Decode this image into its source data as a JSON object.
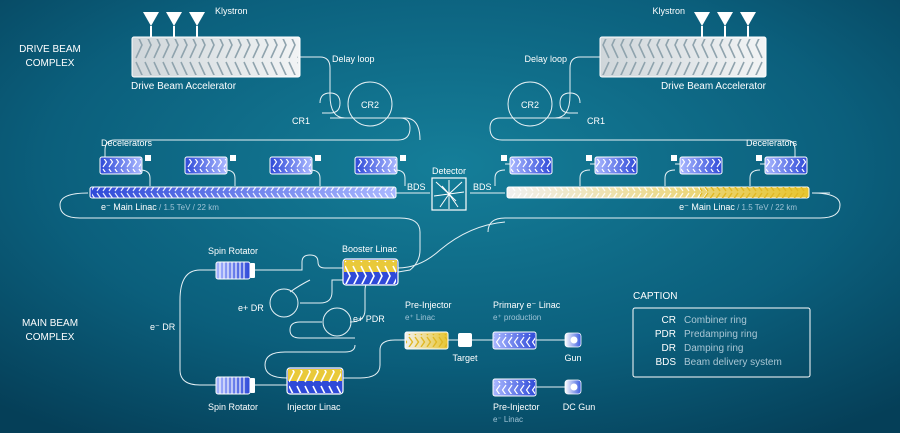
{
  "sections": {
    "drive_beam": [
      "DRIVE BEAM",
      "COMPLEX"
    ],
    "main_beam": [
      "MAIN BEAM",
      "COMPLEX"
    ]
  },
  "drive": {
    "klystron_left": "Klystron",
    "klystron_right": "Klystron",
    "accelerator_left": "Drive Beam Accelerator",
    "accelerator_right": "Drive Beam Accelerator",
    "delay_left": "Delay loop",
    "delay_right": "Delay loop",
    "cr1_left": "CR1",
    "cr2_left": "CR2",
    "cr1_right": "CR1",
    "cr2_right": "CR2",
    "decel_left": "Decelerators",
    "decel_right": "Decelerators"
  },
  "linac": {
    "left_main": "e⁻ Main Linac",
    "left_sub": " / 1.5 TeV / 22 km",
    "right_main": "e⁻ Main Linac",
    "right_sub": " / 1.5 TeV / 22 km",
    "bds_left": "BDS",
    "bds_right": "BDS",
    "detector": "Detector"
  },
  "main": {
    "spin_top": "Spin Rotator",
    "spin_bottom": "Spin Rotator",
    "booster": "Booster Linac",
    "edr_plus": "e+ DR",
    "epdr": "e+ PDR",
    "edr_minus": "e⁻ DR",
    "injector": "Injector Linac",
    "preinj_top": "Pre-Injector",
    "preinj_top_sub": "e⁺ Linac",
    "primary": "Primary e⁻ Linac",
    "primary_sub": "e⁺ production",
    "target": "Target",
    "gun": "Gun",
    "preinj_bottom": "Pre-Injector",
    "preinj_bottom_sub": "e⁻ Linac",
    "dcgun": "DC Gun"
  },
  "caption": {
    "title": "CAPTION",
    "rows": [
      {
        "abbr": "CR",
        "desc": "Combiner ring"
      },
      {
        "abbr": "PDR",
        "desc": "Predamping ring"
      },
      {
        "abbr": "DR",
        "desc": "Damping ring"
      },
      {
        "abbr": "BDS",
        "desc": "Beam delivery system"
      }
    ]
  },
  "colors": {
    "background": "#0a5f7d",
    "blue": "#3b5bd6",
    "yellow": "#e9c93a",
    "white": "#ffffff"
  }
}
